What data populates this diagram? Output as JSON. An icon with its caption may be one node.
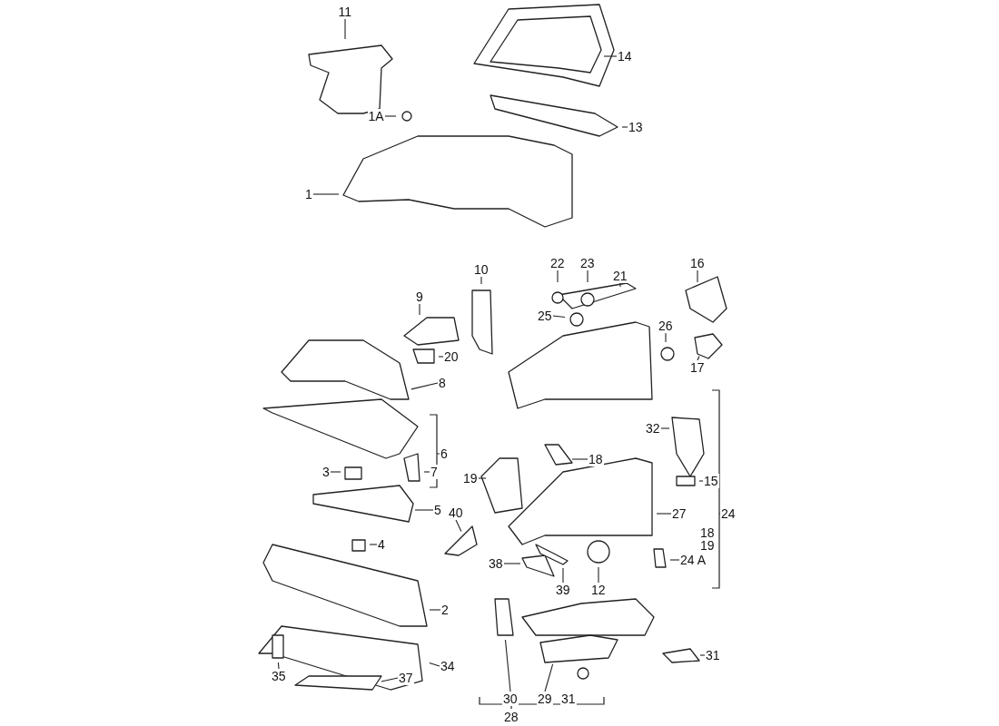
{
  "diagram": {
    "nodes": [
      {
        "text": [
          "11"
        ]
      },
      {
        "text": [
          "14"
        ]
      },
      {
        "text": [
          "1A"
        ]
      },
      {
        "text": [
          "13"
        ]
      },
      {
        "text": [
          "1"
        ]
      },
      {
        "text": [
          "22"
        ]
      },
      {
        "text": [
          "23"
        ]
      },
      {
        "text": [
          "21"
        ]
      },
      {
        "text": [
          "16"
        ]
      },
      {
        "text": [
          "10"
        ]
      },
      {
        "text": [
          "9"
        ]
      },
      {
        "text": [
          "25"
        ]
      },
      {
        "text": [
          "26"
        ]
      },
      {
        "text": [
          "20"
        ]
      },
      {
        "text": [
          "17"
        ]
      },
      {
        "text": [
          "8"
        ]
      },
      {
        "text": [
          "32"
        ]
      },
      {
        "text": [
          "18"
        ]
      },
      {
        "text": [
          "7"
        ]
      },
      {
        "text": [
          "3"
        ]
      },
      {
        "text": [
          "19"
        ]
      },
      {
        "text": [
          "15"
        ]
      },
      {
        "text": [
          "5"
        ]
      },
      {
        "text": [
          "40"
        ]
      },
      {
        "text": [
          "27"
        ]
      },
      {
        "text": [
          "4"
        ]
      },
      {
        "text": [
          "24 A"
        ]
      },
      {
        "text": [
          "38"
        ]
      },
      {
        "text": [
          "39"
        ]
      },
      {
        "text": [
          "12"
        ]
      },
      {
        "text": [
          "2"
        ]
      },
      {
        "text": [
          "31"
        ]
      },
      {
        "text": [
          "34"
        ]
      },
      {
        "text": [
          "37"
        ]
      },
      {
        "text": [
          "35"
        ]
      },
      {
        "text": [
          "30"
        ]
      },
      {
        "text": [
          "29"
        ]
      },
      {
        "text": [
          "6"
        ]
      },
      {
        "text": [
          "24"
        ]
      },
      {
        "text": [
          "18"
        ]
      },
      {
        "text": [
          "19"
        ]
      },
      {
        "text": [
          "31"
        ]
      },
      {
        "text": [
          "28"
        ]
      }
    ],
    "edges": [
      {
        "from": 0,
        "to": null,
        "arrow": "none"
      },
      {
        "from": 1,
        "to": null,
        "arrow": "none"
      },
      {
        "from": 2,
        "to": null,
        "arrow": "none"
      },
      {
        "from": 3,
        "to": null,
        "arrow": "none"
      },
      {
        "from": 4,
        "to": null,
        "arrow": "none"
      },
      {
        "from": 5,
        "to": null,
        "arrow": "none"
      },
      {
        "from": 6,
        "to": null,
        "arrow": "none"
      },
      {
        "from": 7,
        "to": null,
        "arrow": "none"
      },
      {
        "from": 8,
        "to": null,
        "arrow": "none"
      },
      {
        "from": 9,
        "to": null,
        "arrow": "none"
      },
      {
        "from": 10,
        "to": null,
        "arrow": "none"
      },
      {
        "from": 11,
        "to": null,
        "arrow": "none"
      },
      {
        "from": 12,
        "to": null,
        "arrow": "none"
      },
      {
        "from": 13,
        "to": null,
        "arrow": "none"
      },
      {
        "from": 14,
        "to": null,
        "arrow": "none"
      },
      {
        "from": 15,
        "to": null,
        "arrow": "none"
      },
      {
        "from": 16,
        "to": null,
        "arrow": "none"
      },
      {
        "from": 17,
        "to": null,
        "arrow": "none"
      },
      {
        "from": 18,
        "to": null,
        "arrow": "none"
      },
      {
        "from": 19,
        "to": null,
        "arrow": "none"
      },
      {
        "from": 20,
        "to": null,
        "arrow": "none"
      },
      {
        "from": 21,
        "to": null,
        "arrow": "none"
      },
      {
        "from": 22,
        "to": null,
        "arrow": "none"
      },
      {
        "from": 23,
        "to": null,
        "arrow": "none"
      },
      {
        "from": 24,
        "to": null,
        "arrow": "none"
      },
      {
        "from": 25,
        "to": null,
        "arrow": "none"
      },
      {
        "from": 26,
        "to": null,
        "arrow": "none"
      },
      {
        "from": 27,
        "to": null,
        "arrow": "none"
      },
      {
        "from": 28,
        "to": null,
        "arrow": "none"
      },
      {
        "from": 29,
        "to": null,
        "arrow": "none"
      },
      {
        "from": 30,
        "to": null,
        "arrow": "none"
      },
      {
        "from": 31,
        "to": null,
        "arrow": "none"
      },
      {
        "from": 32,
        "to": null,
        "arrow": "none"
      },
      {
        "from": 33,
        "to": null,
        "arrow": "none"
      },
      {
        "from": 34,
        "to": null,
        "arrow": "none"
      },
      {
        "from": 35,
        "to": null,
        "arrow": "none"
      },
      {
        "from": 36,
        "to": null,
        "arrow": "none"
      }
    ]
  }
}
